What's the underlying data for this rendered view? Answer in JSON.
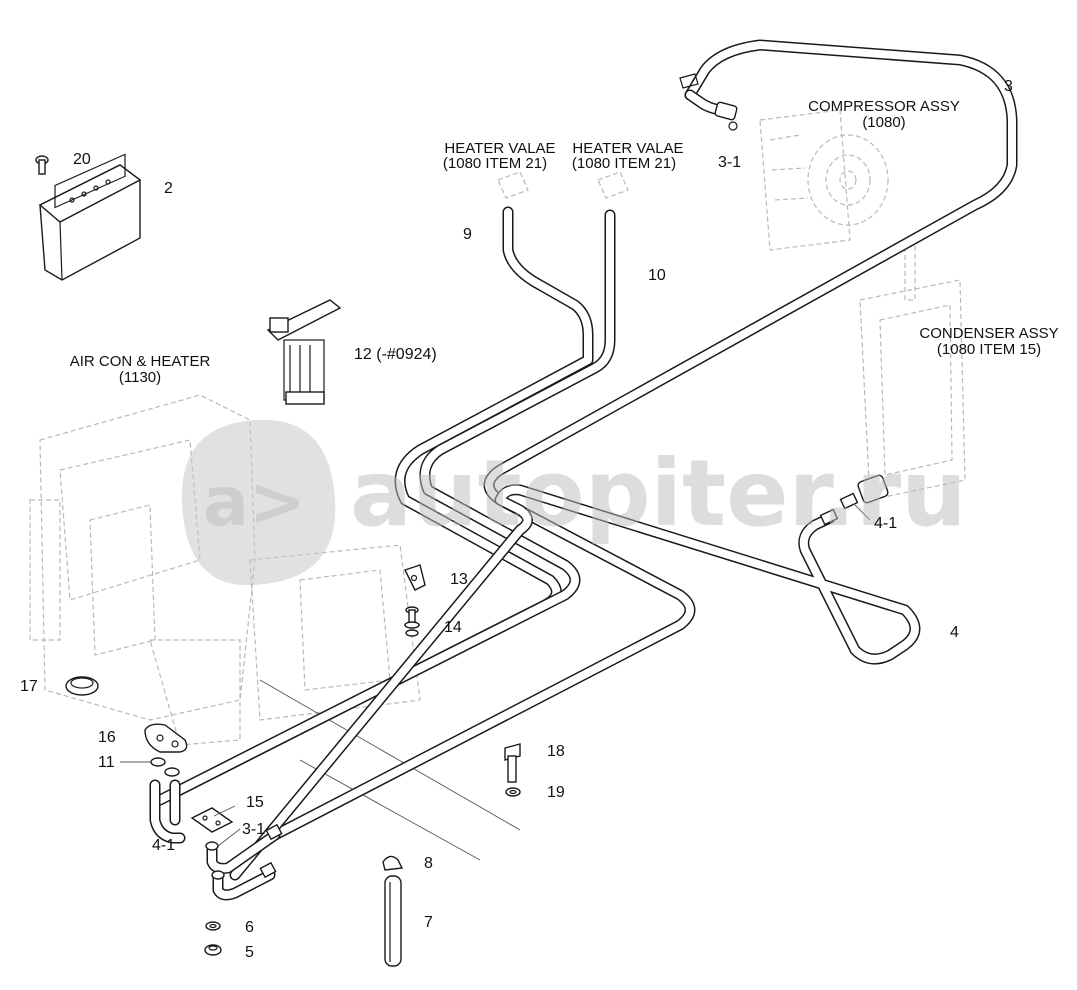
{
  "labels": {
    "compressor": [
      "COMPRESSOR ASSY",
      "(1080)"
    ],
    "heater_valve_1": [
      "HEATER VALAE",
      "(1080 ITEM 21)"
    ],
    "heater_valve_2": [
      "HEATER VALAE",
      "(1080 ITEM 21)"
    ],
    "condenser": [
      "CONDENSER ASSY",
      "(1080 ITEM 15)"
    ],
    "air_con_heater": [
      "AIR CON & HEATER",
      "(1130)"
    ]
  },
  "callouts": {
    "p20": "20",
    "p2": "2",
    "p3": "3",
    "p3_1_top": "3-1",
    "p9": "9",
    "p10": "10",
    "p12": "12 (-#0924)",
    "p13": "13",
    "p14": "14",
    "p4_1_right": "4-1",
    "p4": "4",
    "p17": "17",
    "p16": "16",
    "p11": "11",
    "p18": "18",
    "p19": "19",
    "p15": "15",
    "p3_1_bottom": "3-1",
    "p4_1_left": "4-1",
    "p8": "8",
    "p7": "7",
    "p6": "6",
    "p5": "5"
  },
  "watermark": "autopiter.ru"
}
